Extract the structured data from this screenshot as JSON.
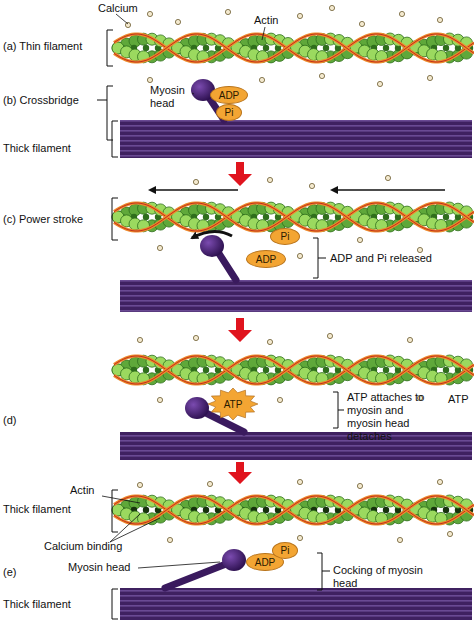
{
  "diagram": {
    "nodes": [
      {
        "text": [
          "ADP"
        ]
      },
      {
        "text": [
          "Pi"
        ]
      },
      {
        "text": [
          "Pi"
        ]
      },
      {
        "text": [
          "ADP"
        ]
      },
      {
        "text": [
          "ATP"
        ]
      },
      {
        "text": [
          "ADP"
        ]
      },
      {
        "text": [
          "Pi"
        ]
      }
    ],
    "labels": [
      "Calcium",
      "Actin",
      "(a) Thin filament",
      "Myosin head",
      "(b) Crossbridge",
      "Thick filament",
      "(c) Power stroke",
      "ADP and Pi released",
      "ATP attaches to myosin and myosin head detaches",
      "ATP",
      "(d)",
      "Actin",
      "Thick filament",
      "Calcium binding",
      "(e)",
      "Myosin head",
      "Cocking of myosin head",
      "Thick filament"
    ]
  }
}
